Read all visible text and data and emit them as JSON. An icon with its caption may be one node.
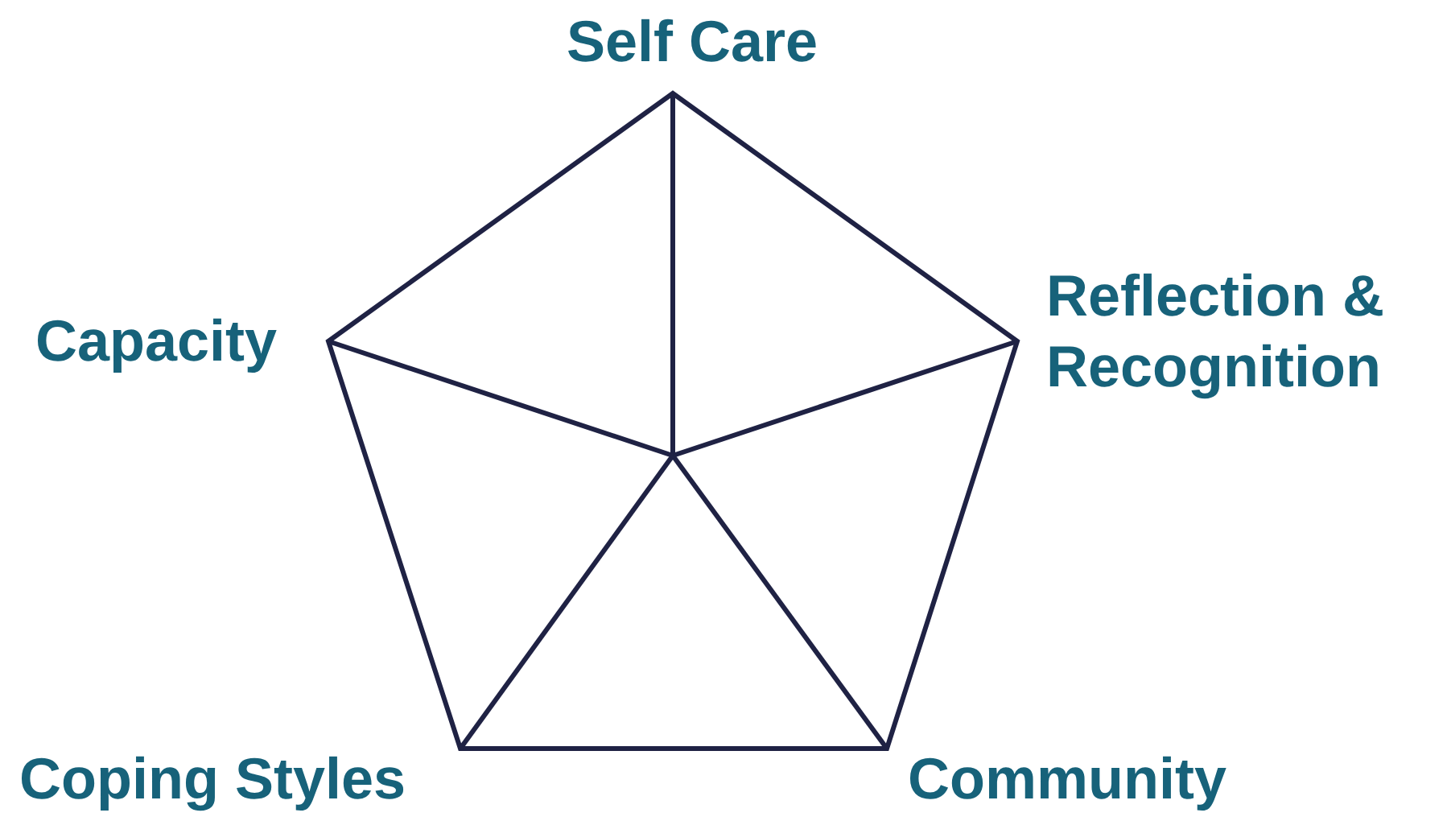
{
  "diagram": {
    "labels": [
      "Self Care",
      "Reflection & Recognition",
      "Capacity",
      "Coping Styles",
      "Community"
    ]
  }
}
